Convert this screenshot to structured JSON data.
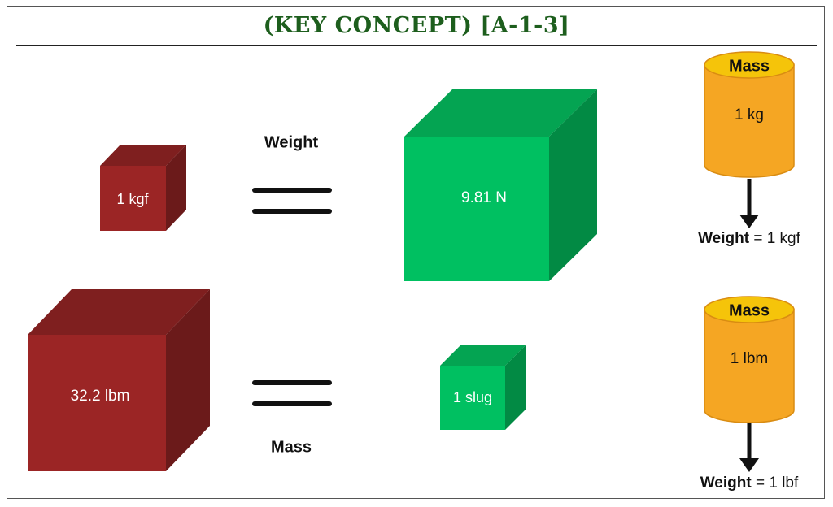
{
  "title": "(KEY CONCEPT) [A-1-3]",
  "colors": {
    "title": "#1d5e1d",
    "red_front": "#9b2525",
    "red_top": "#7f1f1f",
    "red_side": "#6b1a1a",
    "green_front": "#00c061",
    "green_top": "#04a452",
    "green_side": "#028a44",
    "cyl_body": "#f5a623",
    "cyl_top": "#f5c40a",
    "cyl_stroke": "#d98c12"
  },
  "row1": {
    "left_block": "1 kgf",
    "relation": "Weight",
    "right_block": "9.81 N",
    "cylinder": {
      "top_label": "Mass",
      "body_label": "1 kg",
      "result_bold": "Weight",
      "result_rest": " = 1 kgf"
    }
  },
  "row2": {
    "left_block": "32.2 lbm",
    "relation": "Mass",
    "right_block": "1 slug",
    "cylinder": {
      "top_label": "Mass",
      "body_label": "1 lbm",
      "result_bold": "Weight",
      "result_rest": " = 1 lbf"
    }
  }
}
